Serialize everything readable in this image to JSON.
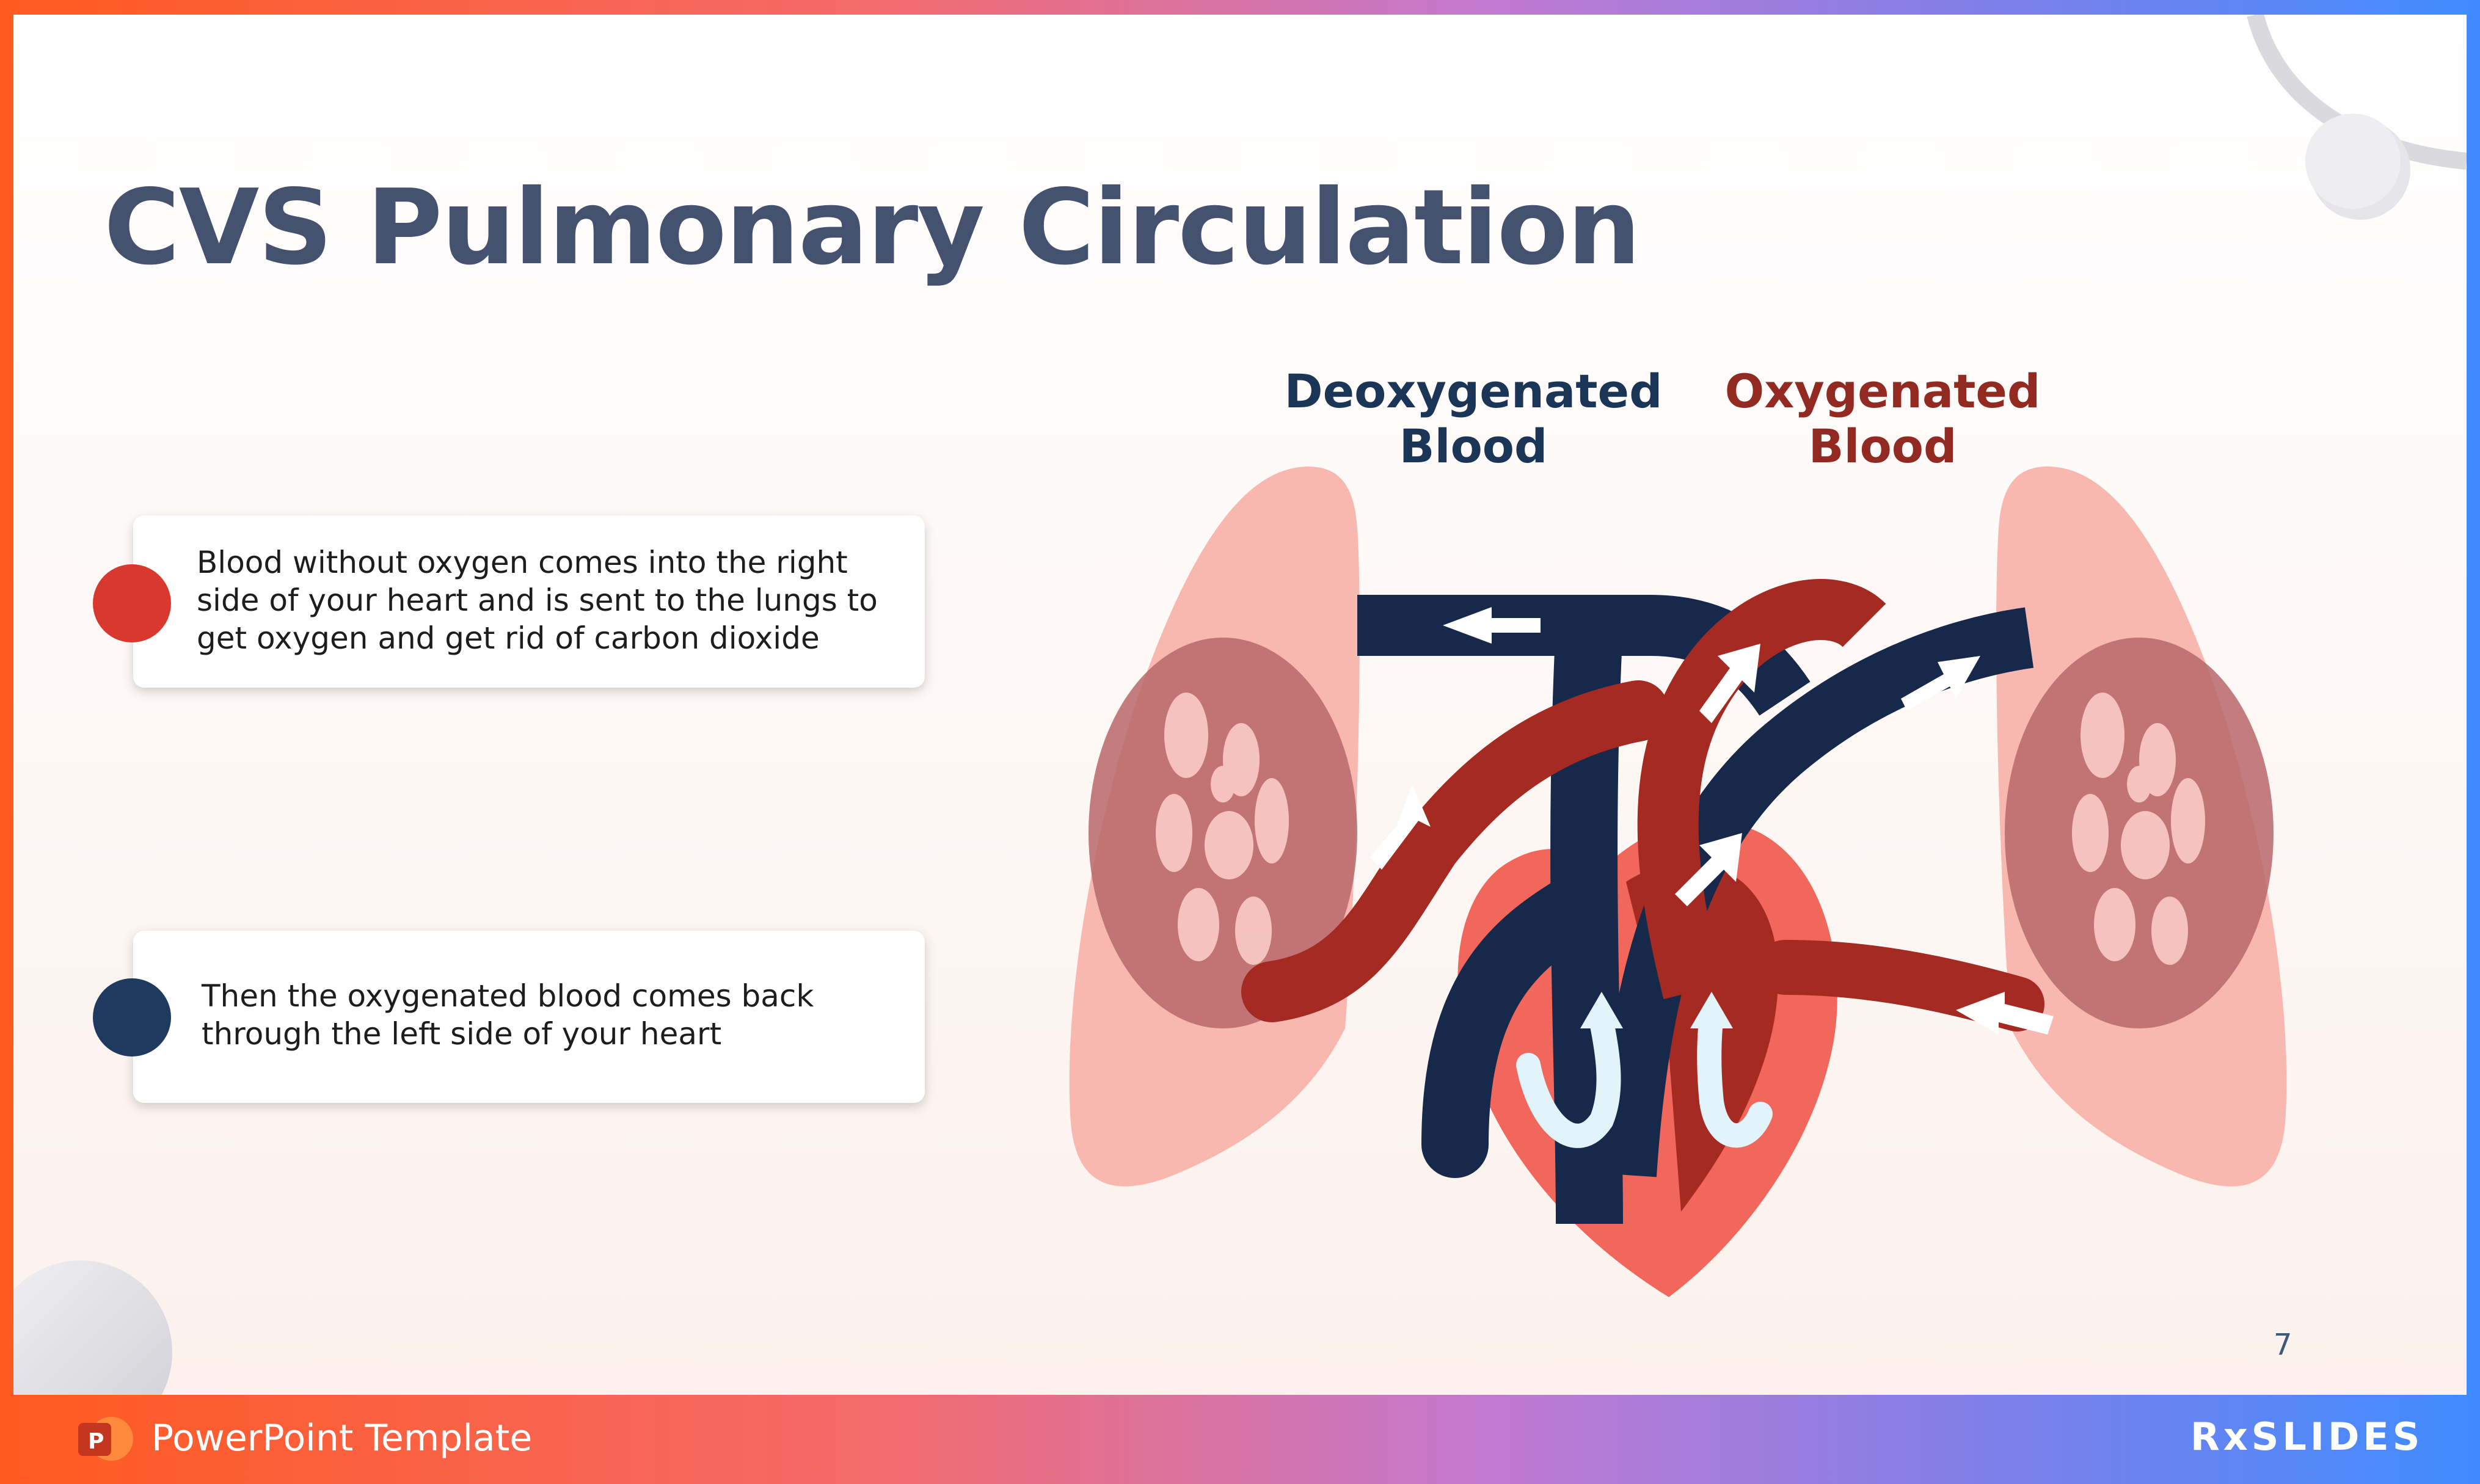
{
  "slide": {
    "title": "CVS Pulmonary Circulation",
    "page_number": "7"
  },
  "cards": [
    {
      "text": "Blood without oxygen comes into the right side of your heart and is sent to the lungs to get oxygen and get rid of carbon dioxide",
      "bullet_color": "#d9382e"
    },
    {
      "text": "Then the oxygenated blood comes back through the left side of your heart",
      "bullet_color": "#1f3a5f"
    }
  ],
  "diagram": {
    "deoxygenated_label": [
      "Deoxygenated",
      "Blood"
    ],
    "oxygenated_label": [
      "Oxygenated",
      "Blood"
    ],
    "colors": {
      "deoxygenated": "#16294a",
      "oxygenated": "#a52a22",
      "lungs": "#f8b8b0",
      "heart": "#f2675b"
    }
  },
  "footer": {
    "template_label": "PowerPoint Template",
    "brand": "RxSLIDES"
  }
}
